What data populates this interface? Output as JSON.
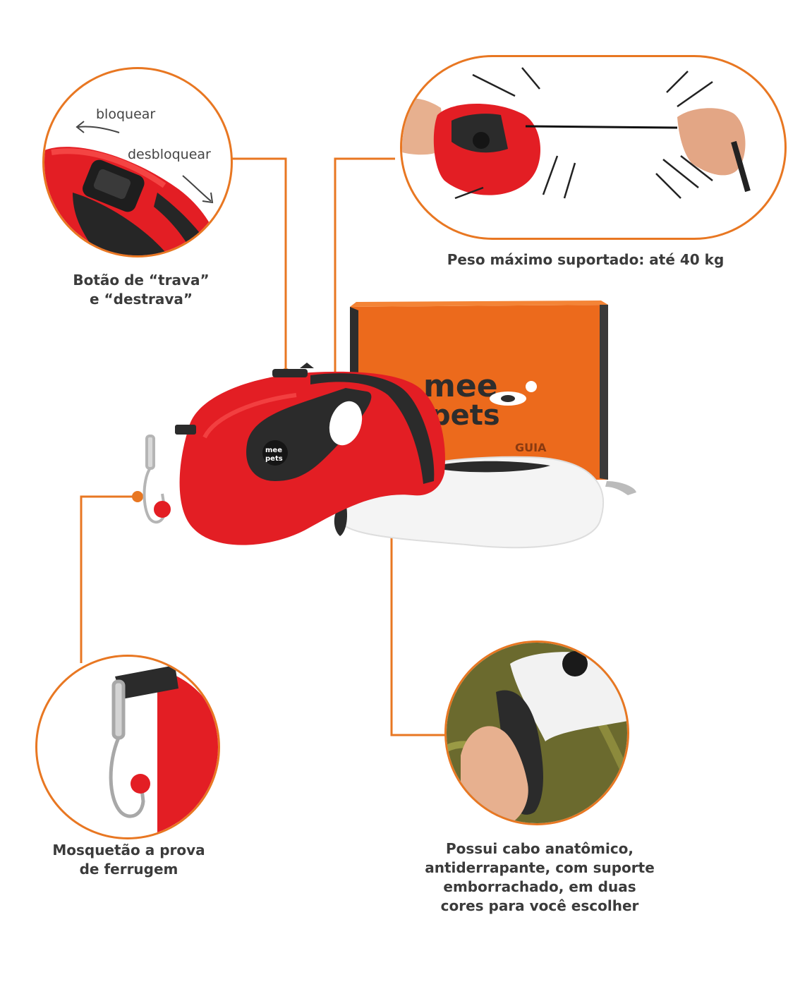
{
  "brand": {
    "logo_line1": "mee",
    "logo_line2": "pets",
    "box_text": "GUIA"
  },
  "features": {
    "lock_button": {
      "caption": "Botão de “trava”\ne “destrava”",
      "hint_lock": "bloquear",
      "hint_unlock": "desbloquear"
    },
    "max_weight": {
      "caption": "Peso máximo suportado: até 40 kg"
    },
    "snap_hook": {
      "caption": "Mosquetão a prova\nde ferrugem"
    },
    "handle": {
      "caption": "Possui cabo anatômico,\nantiderrapante, com suporte\nemborrachado, em duas\ncores para você escolher"
    }
  },
  "colors": {
    "accent": "#e87722",
    "product_red": "#e31e24",
    "product_dark": "#2b2b2b",
    "box_orange": "#ec6a1c"
  }
}
